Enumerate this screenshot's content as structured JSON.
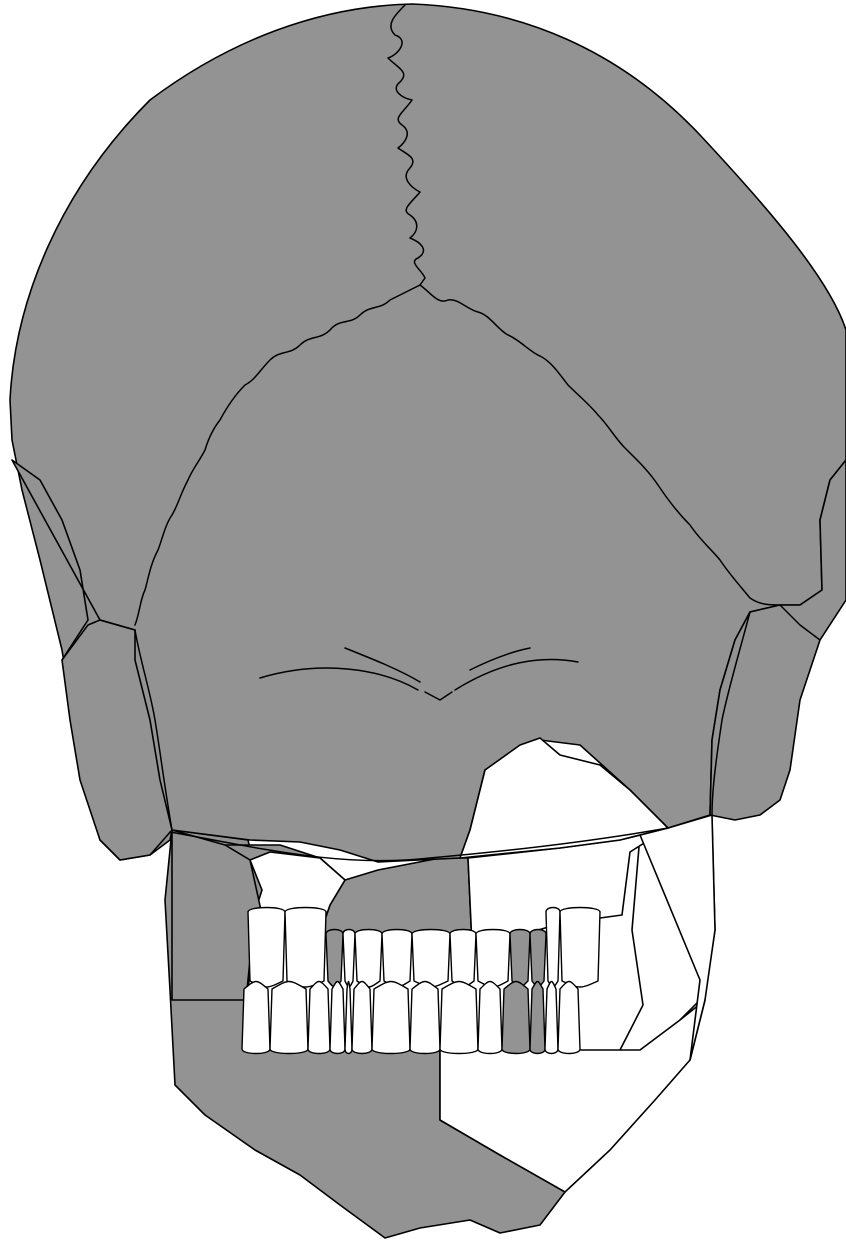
{
  "figure": {
    "subject": "skull-posterior-view",
    "colors": {
      "present_bone": "#939393",
      "absent_bone": "#ffffff",
      "outline": "#000000"
    },
    "upper_teeth": [
      "absent",
      "absent",
      "present",
      "absent",
      "absent",
      "absent",
      "absent",
      "absent",
      "absent",
      "present",
      "present",
      "absent",
      "absent"
    ],
    "lower_teeth": [
      "absent",
      "absent",
      "absent",
      "absent",
      "absent",
      "absent",
      "absent",
      "absent",
      "absent",
      "absent",
      "present",
      "present",
      "absent",
      "absent"
    ]
  }
}
